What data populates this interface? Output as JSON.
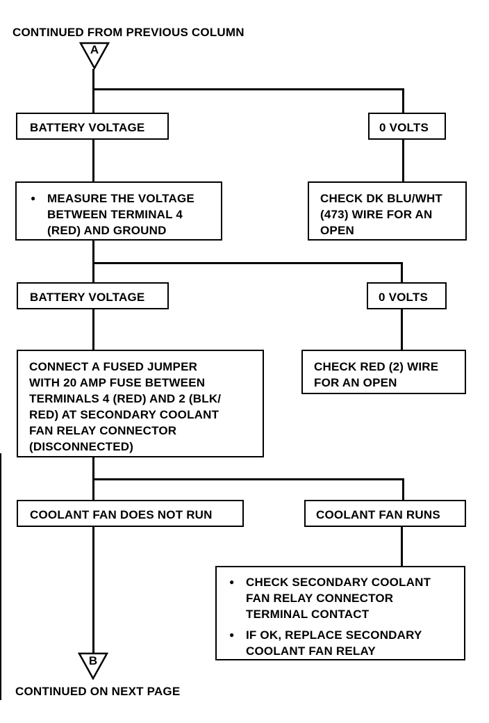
{
  "header": {
    "continued_from": "CONTINUED FROM PREVIOUS COLUMN",
    "connector_top": "A"
  },
  "footer": {
    "continued_on": "CONTINUED ON NEXT PAGE",
    "connector_bottom": "B"
  },
  "row1": {
    "left": "BATTERY VOLTAGE",
    "right": "0 VOLTS"
  },
  "row2": {
    "left_lines": [
      "MEASURE THE VOLTAGE",
      "BETWEEN TERMINAL 4",
      "(RED) AND GROUND"
    ],
    "right_lines": [
      "CHECK DK BLU/WHT",
      "(473) WIRE FOR AN",
      "OPEN"
    ]
  },
  "row3": {
    "left": "BATTERY VOLTAGE",
    "right": "0 VOLTS"
  },
  "row4": {
    "left_lines": [
      "CONNECT A FUSED JUMPER",
      "WITH 20 AMP FUSE BETWEEN",
      "TERMINALS 4 (RED) AND 2 (BLK/",
      "RED) AT SECONDARY COOLANT",
      "FAN RELAY CONNECTOR",
      "(DISCONNECTED)"
    ],
    "right_lines": [
      "CHECK RED (2) WIRE",
      "FOR AN OPEN"
    ]
  },
  "row5": {
    "left": "COOLANT FAN DOES NOT RUN",
    "right": "COOLANT FAN RUNS"
  },
  "row6": {
    "bullet1_lines": [
      "CHECK SECONDARY COOLANT",
      "FAN RELAY CONNECTOR",
      "TERMINAL CONTACT"
    ],
    "bullet2_lines": [
      "IF OK, REPLACE SECONDARY",
      "COOLANT FAN RELAY"
    ]
  }
}
